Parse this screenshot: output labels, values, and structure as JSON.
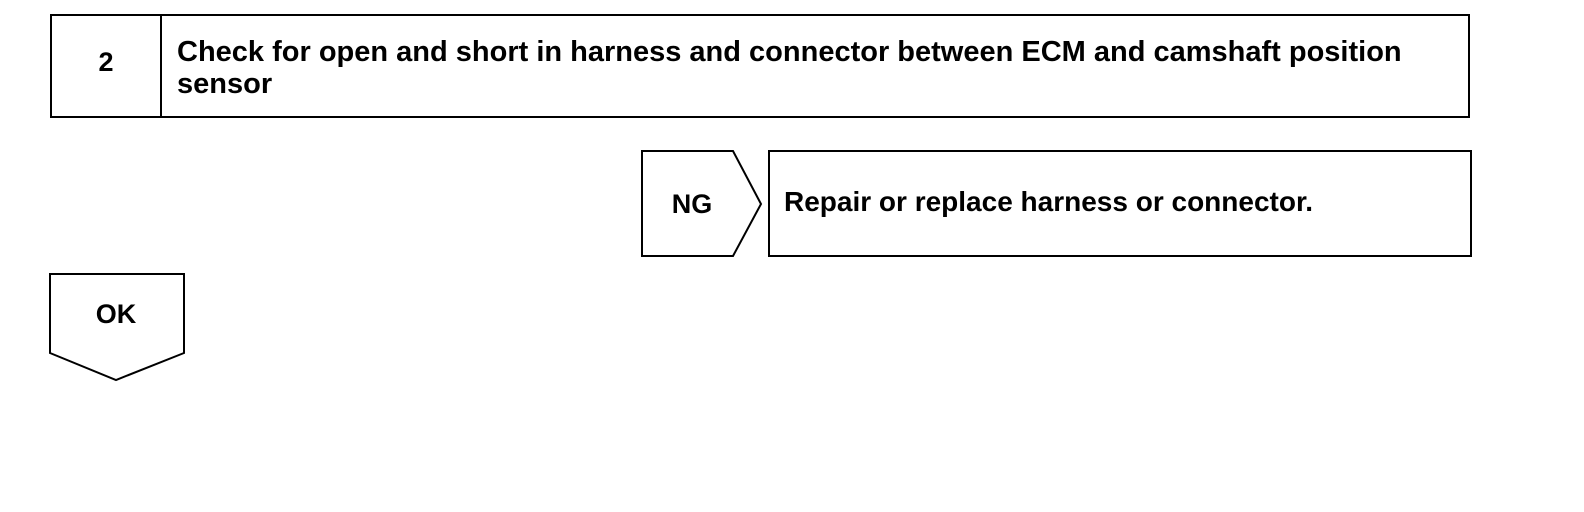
{
  "step": {
    "number": "2",
    "title": "Check for open and short in harness and connector between ECM and camshaft position sensor"
  },
  "ng_branch": {
    "label": "NG",
    "action": "Repair or replace harness or connector."
  },
  "ok_branch": {
    "label": "OK"
  }
}
